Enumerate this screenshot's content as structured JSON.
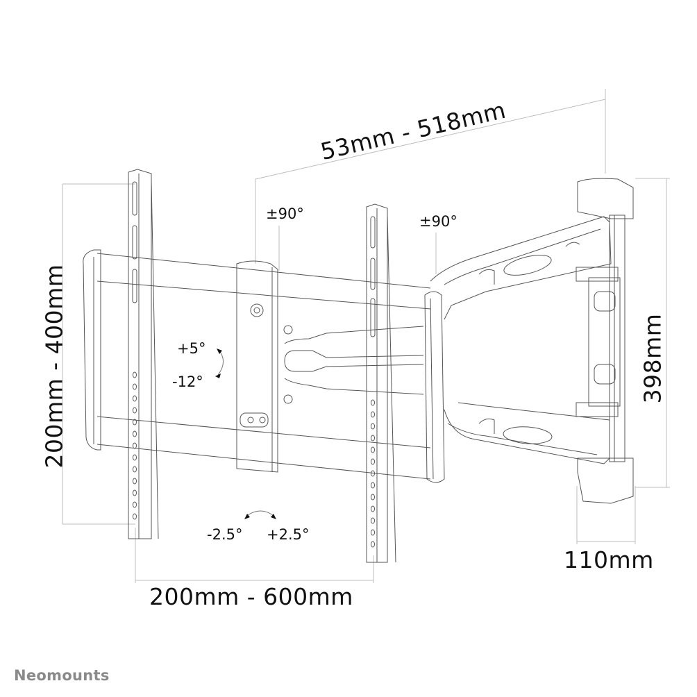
{
  "diagram": {
    "type": "technical-drawing",
    "subject": "full-motion TV wall mount",
    "colors": {
      "line": "#555555",
      "dim_line": "#bdbdbd",
      "text": "#111111",
      "logo": "#8a8a8a"
    },
    "dimensions": {
      "arm_extension": "53mm - 518mm",
      "vesa_height": "200mm - 400mm",
      "vesa_width": "200mm - 600mm",
      "wall_plate_height": "398mm",
      "wall_plate_width": "110mm"
    },
    "angles": {
      "swivel_left": "±90°",
      "swivel_right": "±90°",
      "tilt_up": "+5°",
      "tilt_down": "-12°",
      "rotate_left": "-2.5°",
      "rotate_right": "+2.5°"
    },
    "brand": "Neomounts"
  }
}
